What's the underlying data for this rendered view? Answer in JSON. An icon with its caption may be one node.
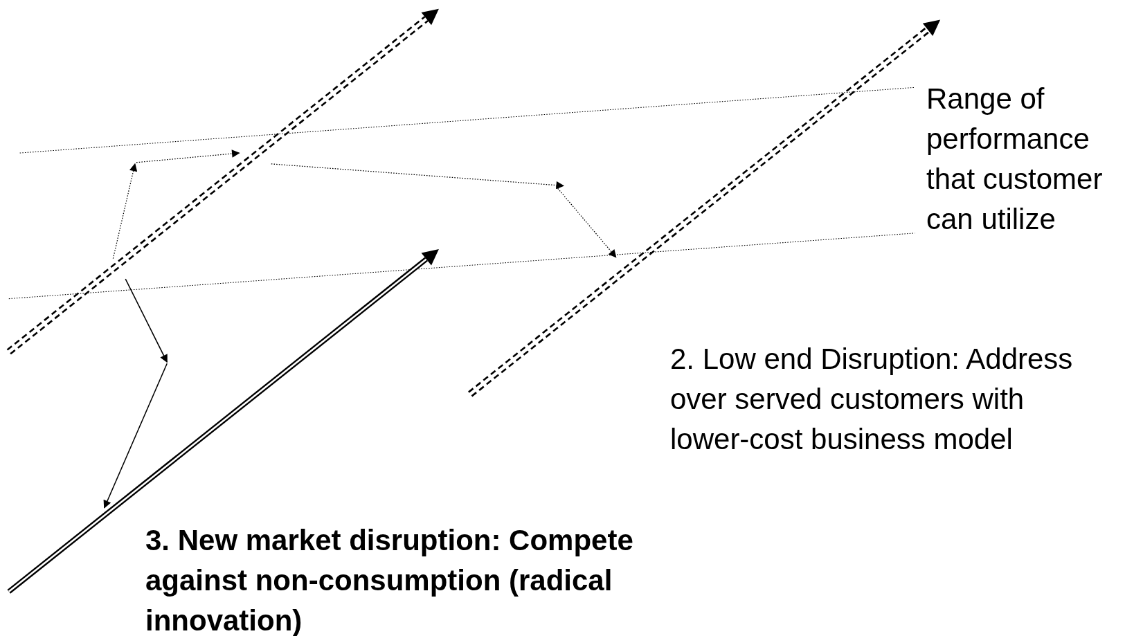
{
  "diagram": {
    "labels": [
      "Range of performance that customer can utilize",
      "2. Low end Disruption: Address over served customers with lower-cost business model",
      "3. New market disruption: Compete against non-consumption (radical innovation)"
    ]
  }
}
